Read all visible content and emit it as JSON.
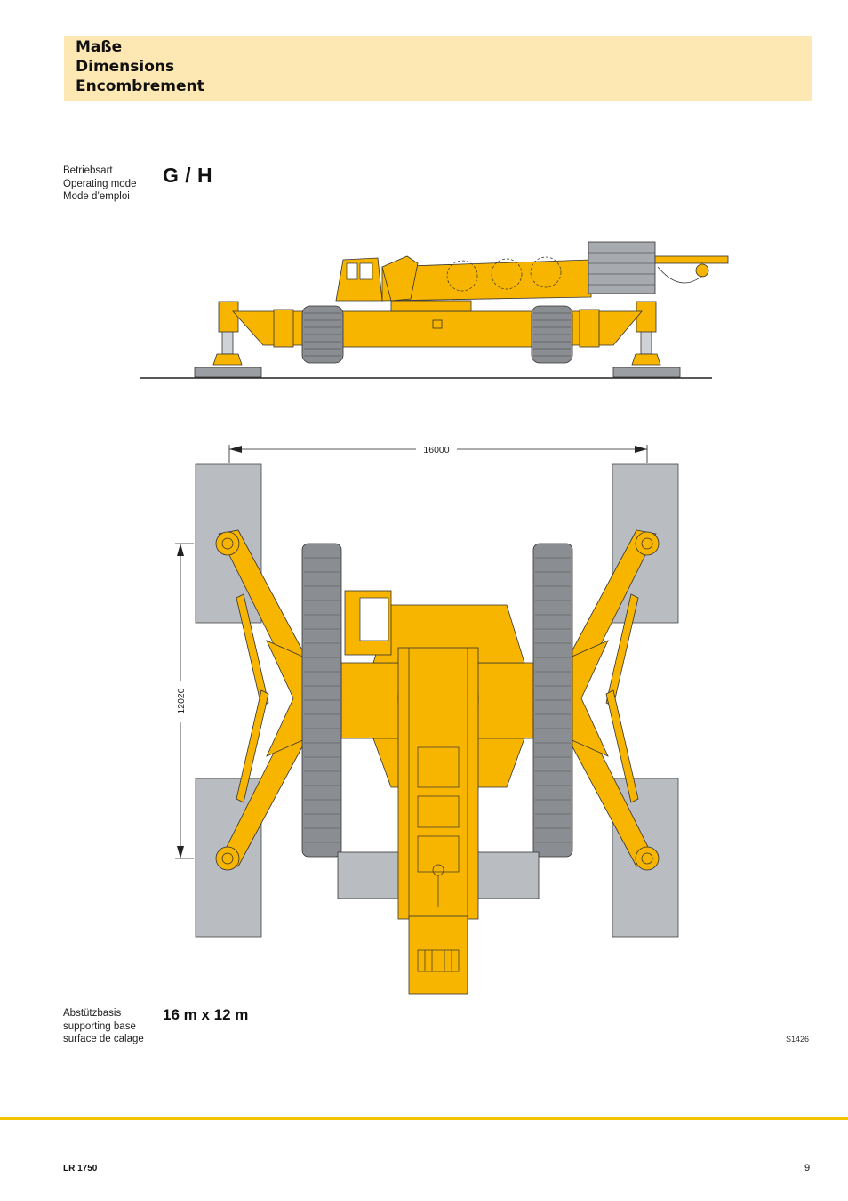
{
  "header": {
    "title_de": "Maße",
    "title_en": "Dimensions",
    "title_fr": "Encombrement"
  },
  "operating_mode": {
    "label_de": "Betriebsart",
    "label_en": "Operating mode",
    "label_fr": "Mode d’emploi",
    "value": "G / H"
  },
  "dimensions": {
    "width": "16000",
    "length": "12020"
  },
  "supporting_base": {
    "label_de": "Abstützbasis",
    "label_en": "supporting base",
    "label_fr": "surface de calage",
    "value": "16 m x 12 m"
  },
  "drawing_ref": "S1426",
  "footer": {
    "model": "LR 1750",
    "page": "9"
  },
  "colors": {
    "crane_yellow": "#f7b500",
    "pad_grey": "#b9bcc1",
    "track_grey": "#8a8d92",
    "header_band": "#fde8b3",
    "footer_rule": "#f5c400"
  }
}
